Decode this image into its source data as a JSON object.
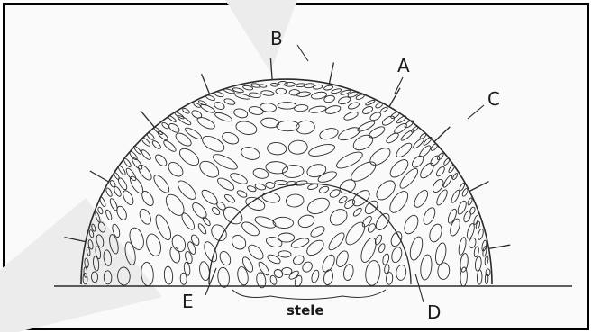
{
  "diagram": {
    "labels": {
      "a": "A",
      "b": "B",
      "c": "C",
      "d": "D",
      "e": "E",
      "stele": "stele"
    }
  },
  "colors": {
    "frame": "#000000",
    "ink": "#2a2a2a",
    "background": "#fafafa"
  }
}
